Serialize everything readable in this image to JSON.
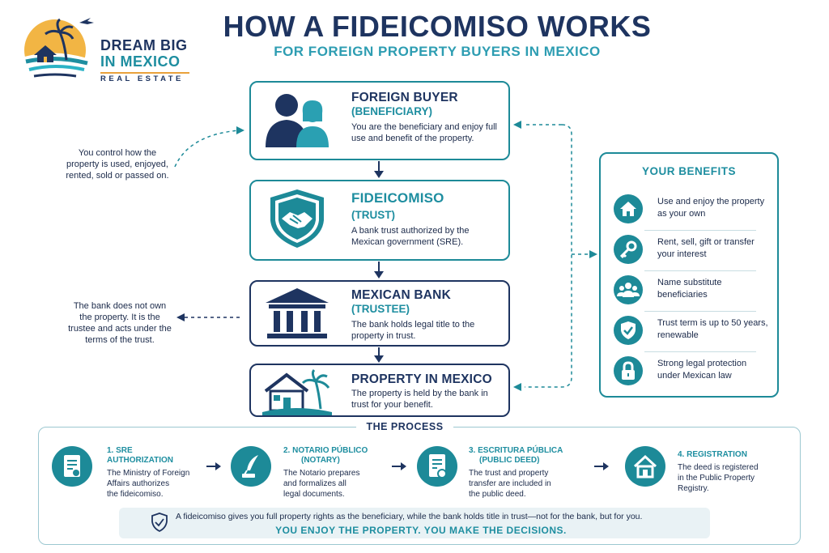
{
  "logo": {
    "line1": "DREAM BIG",
    "line2": "IN MEXICO",
    "line3": "REAL ESTATE"
  },
  "header": {
    "title": "HOW A FIDEICOMISO WORKS",
    "subtitle": "FOR FOREIGN PROPERTY BUYERS IN MEXICO"
  },
  "flow": [
    {
      "title": "FOREIGN BUYER",
      "subtitle": "(BENEFICIARY)",
      "desc": "You are the beneficiary and enjoy full use and benefit of the property.",
      "icon": "people-icon"
    },
    {
      "title": "FIDEICOMISO",
      "subtitle": "(TRUST)",
      "desc": "A bank trust authorized by the Mexican government (SRE).",
      "icon": "handshake-shield-icon"
    },
    {
      "title": "MEXICAN BANK",
      "subtitle": "(TRUSTEE)",
      "desc": "The bank holds legal title to the property in trust.",
      "icon": "bank-icon"
    },
    {
      "title": "PROPERTY IN MEXICO",
      "subtitle": "",
      "desc": "The property is held by the bank in trust for your benefit.",
      "icon": "house-palm-icon"
    }
  ],
  "notes": {
    "control": "You control how the property is used, enjoyed, rented, sold or passed on.",
    "bank": "The bank does not own the property. It is the trustee and acts under the terms of the trust."
  },
  "benefits": {
    "heading": "YOUR BENEFITS",
    "items": [
      {
        "text": "Use and enjoy the property as your own",
        "icon": "house-icon"
      },
      {
        "text": "Rent, sell, gift or transfer your interest",
        "icon": "key-icon"
      },
      {
        "text": "Name substitute beneficiaries",
        "icon": "group-icon"
      },
      {
        "text": "Trust term is up to 50 years, renewable",
        "icon": "shield-check-icon"
      },
      {
        "text": "Strong legal protection under Mexican law",
        "icon": "lock-icon"
      }
    ]
  },
  "process": {
    "heading": "THE PROCESS",
    "steps": [
      {
        "title1": "1. SRE",
        "title2": "AUTHORIZATION",
        "desc": [
          "The Ministry of Foreign",
          "Affairs authorizes",
          "the fideicomiso."
        ],
        "icon": "document-icon"
      },
      {
        "title1": "2. NOTARIO PÚBLICO",
        "title2": "(NOTARY)",
        "desc": [
          "The Notario prepares",
          "and formalizes all",
          "legal documents."
        ],
        "icon": "quill-icon"
      },
      {
        "title1": "3. ESCRITURA PÚBLICA",
        "title2": "(PUBLIC DEED)",
        "desc": [
          "The trust and property",
          "transfer are included in",
          "the public deed."
        ],
        "icon": "deed-icon"
      },
      {
        "title1": "4. REGISTRATION",
        "title2": "",
        "desc": [
          "The deed is registered",
          "in the Public Property",
          "Registry."
        ],
        "icon": "house-icon"
      }
    ]
  },
  "banner": {
    "text": "A fideicomiso gives you full property rights as the beneficiary, while the bank holds title in trust—not for the bank, but for you.",
    "tagline": "YOU ENJOY THE PROPERTY. YOU MAKE THE DECISIONS."
  },
  "colors": {
    "navy": "#1e3460",
    "teal": "#1d8a98",
    "accent": "#e9a23b"
  }
}
